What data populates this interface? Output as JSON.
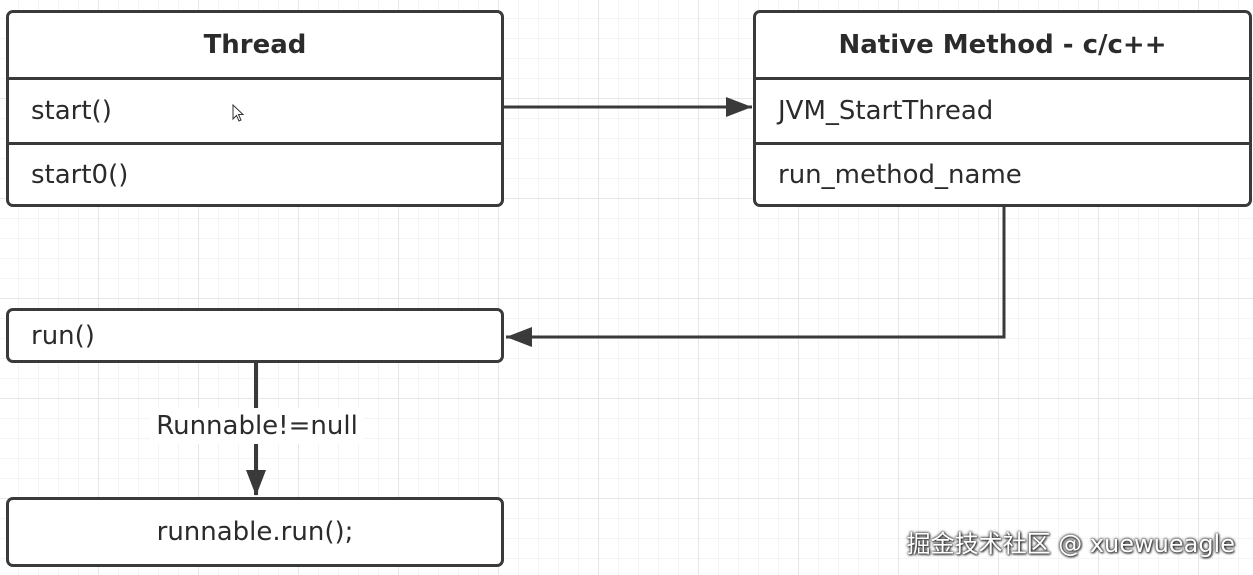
{
  "thread_class": {
    "title": "Thread",
    "methods": [
      "start()",
      "start0()"
    ]
  },
  "native_class": {
    "title": "Native Method - c/c++",
    "methods": [
      "JVM_StartThread",
      "run_method_name"
    ]
  },
  "run_node": {
    "label": "run()"
  },
  "runnable_run_node": {
    "label": "runnable.run();"
  },
  "edges": {
    "run_to_runnable_label": "Runnable!=null"
  },
  "watermark": "掘金技术社区 @ xuewueagle",
  "colors": {
    "stroke": "#3a3a3a",
    "grid": "#e6e6e6",
    "background": "#ffffff"
  }
}
